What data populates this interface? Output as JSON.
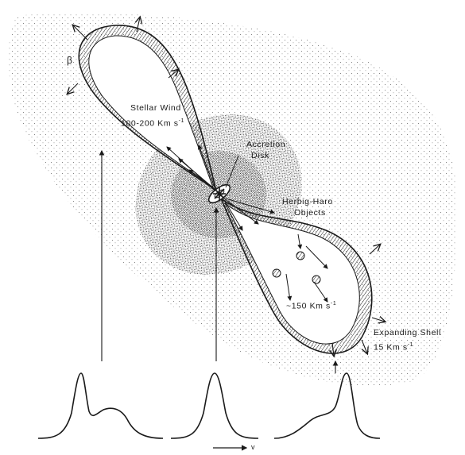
{
  "labels": {
    "stellar_wind": "Stellar Wind",
    "stellar_wind_speed": "100-200 Km s",
    "stellar_wind_exp": "-1",
    "accretion_1": "Accretion",
    "accretion_2": "Disk",
    "hh_1": "Herbig-Haro",
    "hh_2": "Objects",
    "lobe_speed": "~150 Km s",
    "lobe_speed_exp": "-1",
    "shell_1": "Expanding Shell",
    "shell_speed": "15 Km s",
    "shell_speed_exp": "-1",
    "v_axis": "v",
    "beta": "β"
  },
  "colors": {
    "ink": "#1a1a1a",
    "paper": "#ffffff"
  }
}
